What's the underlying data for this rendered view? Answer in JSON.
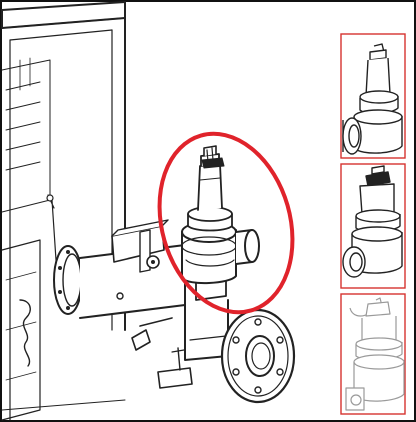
{
  "figure": {
    "kind": "technical-line-drawing",
    "frame_color": "#111111",
    "highlight": {
      "shape": "ellipse",
      "color": "#e0232b",
      "target": "safety-valve"
    },
    "thumbnails": [
      {
        "id": "valve-variant-1",
        "border_color": "#d6322f",
        "style": "dark"
      },
      {
        "id": "valve-variant-2",
        "border_color": "#d6322f",
        "style": "dark"
      },
      {
        "id": "valve-variant-3",
        "border_color": "#d6322f",
        "style": "faded"
      }
    ],
    "icons": [
      "boiler-housing-icon",
      "pipe-assembly-icon",
      "safety-valve-icon",
      "flange-icon"
    ]
  }
}
